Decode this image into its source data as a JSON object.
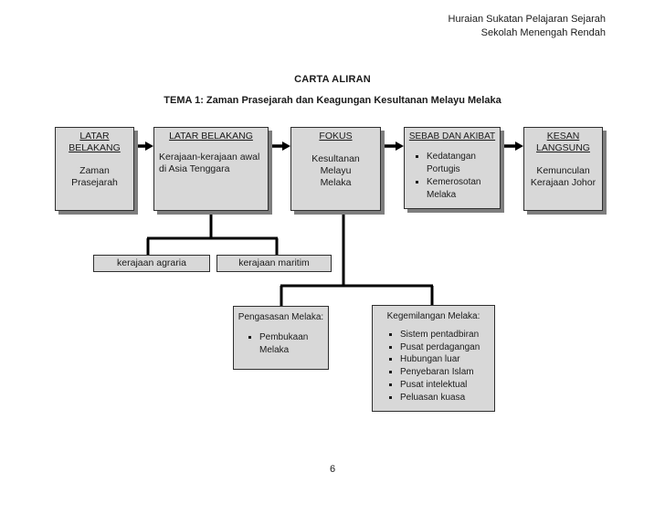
{
  "page_header": {
    "line1": "Huraian Sukatan Pelajaran Sejarah",
    "line2": "Sekolah Menengah Rendah"
  },
  "chart_title": "CARTA ALIRAN",
  "theme_title": "TEMA 1: Zaman Prasejarah dan Keagungan Kesultanan Melayu Melaka",
  "flowchart": {
    "latar_belakang_1": {
      "heading": "LATAR\nBELAKANG",
      "body": "Zaman\nPrasejarah"
    },
    "latar_belakang_2": {
      "heading": "LATAR BELAKANG",
      "body": "Kerajaan-kerajaan awal\ndi Asia Tenggara"
    },
    "fokus": {
      "heading": "FOKUS",
      "body": "Kesultanan\nMelayu\nMelaka"
    },
    "sebab_dan_akibat": {
      "heading": "SEBAB DAN AKIBAT",
      "items": [
        "Kedatangan Portugis",
        "Kemerosotan Melaka"
      ]
    },
    "kesan_langsung": {
      "heading": "KESAN\nLANGSUNG",
      "body": "Kemunculan\nKerajaan Johor"
    },
    "kerajaan_agraria": {
      "label": "kerajaan agraria"
    },
    "kerajaan_maritim": {
      "label": "kerajaan maritim"
    },
    "pengasasan": {
      "heading": "Pengasasan Melaka:",
      "items": [
        "Pembukaan Melaka"
      ]
    },
    "kegemilangan": {
      "heading": "Kegemilangan Melaka:",
      "items": [
        "Sistem pentadbiran",
        "Pusat perdagangan",
        "Hubungan luar",
        "Penyebaran Islam",
        "Pusat intelektual",
        "Peluasan kuasa"
      ]
    }
  },
  "page_number": "6",
  "colors": {
    "page_bg": "#ffffff",
    "text_color": "#1a1a1a",
    "box_fill": "#d8d8d8",
    "box_border": "#2e2e2e",
    "box_shadow": "#7e7e7e",
    "line_color": "#000000"
  }
}
